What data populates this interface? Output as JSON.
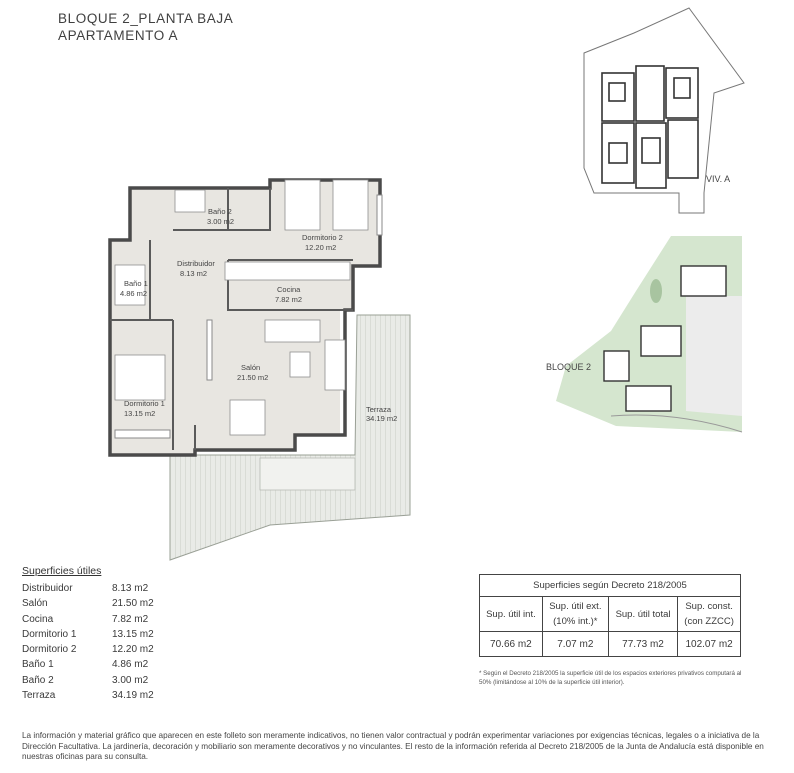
{
  "header": {
    "line1": "BLOQUE 2_PLANTA BAJA",
    "line2": "APARTAMENTO A"
  },
  "rooms": {
    "bano2": {
      "name": "Baño 2",
      "area": "3.00 m2"
    },
    "dormitorio2": {
      "name": "Dormitorio 2",
      "area": "12.20 m2"
    },
    "distribuidor": {
      "name": "Distribuidor",
      "area": "8.13 m2"
    },
    "bano1": {
      "name": "Baño 1",
      "area": "4.86 m2"
    },
    "cocina": {
      "name": "Cocina",
      "area": "7.82 m2"
    },
    "salon": {
      "name": "Salón",
      "area": "21.50 m2"
    },
    "dormitorio1": {
      "name": "Dormitorio 1",
      "area": "13.15 m2"
    },
    "terraza": {
      "name": "Terraza",
      "area": "34.19 m2"
    }
  },
  "key_plan": {
    "label": "VIV. A"
  },
  "site_plan": {
    "label": "BLOQUE 2"
  },
  "summary": {
    "title": "Superficies útiles",
    "rows": [
      {
        "name": "Distribuidor",
        "value": "8.13 m2"
      },
      {
        "name": "Salón",
        "value": "21.50 m2"
      },
      {
        "name": "Cocina",
        "value": "7.82 m2"
      },
      {
        "name": "Dormitorio 1",
        "value": "13.15 m2"
      },
      {
        "name": "Dormitorio 2",
        "value": "12.20 m2"
      },
      {
        "name": "Baño 1",
        "value": "4.86 m2"
      },
      {
        "name": "Baño 2",
        "value": "3.00 m2"
      },
      {
        "name": "Terraza",
        "value": "34.19 m2"
      }
    ]
  },
  "decree_table": {
    "title": "Superficies según Decreto 218/2005",
    "columns": [
      {
        "l1": "Sup. útil int.",
        "l2": "",
        "value": "70.66 m2"
      },
      {
        "l1": "Sup. útil ext.",
        "l2": "(10% int.)*",
        "value": "7.07 m2"
      },
      {
        "l1": "Sup. útil total",
        "l2": "",
        "value": "77.73 m2"
      },
      {
        "l1": "Sup. const.",
        "l2": "(con ZZCC)",
        "value": "102.07 m2"
      }
    ],
    "footnote": "* Según el Decreto 218/2005 la superficie útil de los espacios exteriores privativos computará al 50% (limitándose al 10% de la superficie útil interior)."
  },
  "legal": "La información y material gráfico que aparecen en este folleto son meramente indicativos, no tienen valor contractual y podrán experimentar variaciones por exigencias técnicas, legales o a iniciativa de la Dirección Facultativa. La jardinería, decoración y mobiliario son meramente decorativos y no vinculantes. El resto de la información referida al Decreto 218/2005 de la Junta de Andalucía está disponible en nuestras oficinas para su consulta.",
  "colors": {
    "wall": "#4a4a4a",
    "floor": "#e8e6e1",
    "terrace": "#d6d9d3",
    "garden": "#d5e6cf"
  }
}
